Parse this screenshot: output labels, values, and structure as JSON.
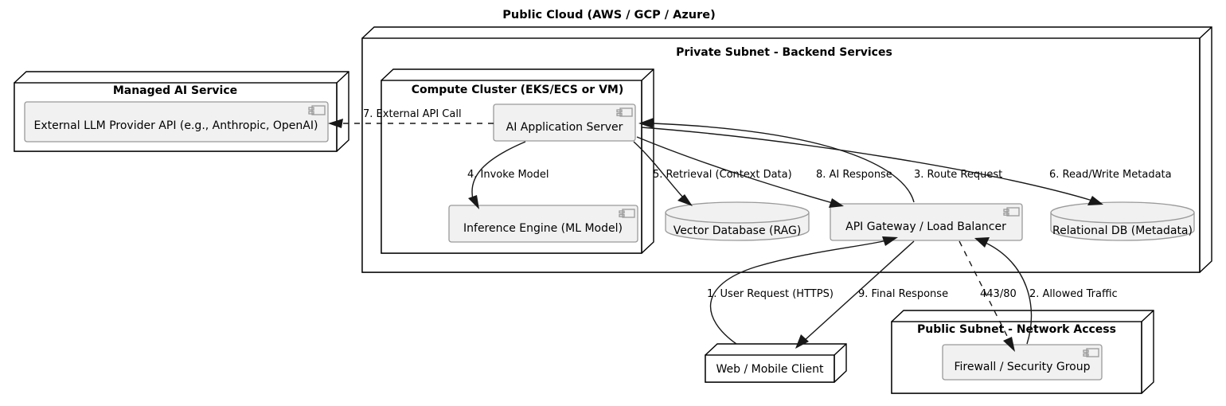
{
  "diagram": {
    "type": "uml-deployment-diagram",
    "title": "Public Cloud (AWS / GCP / Azure)",
    "colors": {
      "background": "#FFFFFF",
      "node_fill": "#FFFFFF",
      "node_border": "#000000",
      "component_fill": "#F1F1F1",
      "component_border": "#9A9A9A",
      "link": "#181818",
      "text": "#000000"
    }
  },
  "containers": {
    "cloud": {
      "title": "Public Cloud (AWS / GCP / Azure)"
    },
    "managed_ai_service": {
      "title": "Managed AI Service"
    },
    "private_subnet": {
      "title": "Private Subnet - Backend Services"
    },
    "compute_cluster": {
      "title": "Compute Cluster (EKS/ECS or VM)"
    },
    "public_subnet": {
      "title": "Public Subnet - Network Access"
    }
  },
  "components": {
    "external_llm": {
      "label": "External LLM Provider API (e.g., Anthropic, OpenAI)",
      "shape": "component"
    },
    "ai_app_server": {
      "label": "AI Application Server",
      "shape": "component"
    },
    "inference_engine": {
      "label": "Inference Engine (ML Model)",
      "shape": "component"
    },
    "vector_db": {
      "label": "Vector Database (RAG)",
      "shape": "database-cylinder"
    },
    "api_gateway": {
      "label": "API Gateway / Load Balancer",
      "shape": "component"
    },
    "relational_db": {
      "label": "Relational DB (Metadata)",
      "shape": "database-cylinder"
    },
    "web_mobile_client": {
      "label": "Web / Mobile Client",
      "shape": "node"
    },
    "firewall": {
      "label": "Firewall / Security Group",
      "shape": "component"
    }
  },
  "edges": [
    {
      "id": "e1",
      "label": "1. User Request (HTTPS)",
      "from": "web_mobile_client",
      "to": "api_gateway",
      "style": "solid"
    },
    {
      "id": "e2",
      "label": "2. Allowed Traffic",
      "from": "firewall",
      "to": "api_gateway",
      "style": "solid"
    },
    {
      "id": "e3",
      "label": "3. Route Request",
      "from": "api_gateway",
      "to": "ai_app_server",
      "style": "solid"
    },
    {
      "id": "e4",
      "label": "4. Invoke Model",
      "from": "ai_app_server",
      "to": "inference_engine",
      "style": "solid"
    },
    {
      "id": "e5",
      "label": "5. Retrieval (Context Data)",
      "from": "ai_app_server",
      "to": "vector_db",
      "style": "solid"
    },
    {
      "id": "e6",
      "label": "6. Read/Write Metadata",
      "from": "ai_app_server",
      "to": "relational_db",
      "style": "solid"
    },
    {
      "id": "e7",
      "label": "7. External API Call",
      "from": "ai_app_server",
      "to": "external_llm",
      "style": "dashed"
    },
    {
      "id": "e8",
      "label": "8. AI Response",
      "from": "ai_app_server",
      "to": "api_gateway",
      "style": "solid"
    },
    {
      "id": "e9",
      "label": "9. Final Response",
      "from": "api_gateway",
      "to": "web_mobile_client",
      "style": "solid"
    },
    {
      "id": "e10",
      "label": "443/80",
      "from": "api_gateway",
      "to": "firewall",
      "style": "dashed"
    }
  ]
}
